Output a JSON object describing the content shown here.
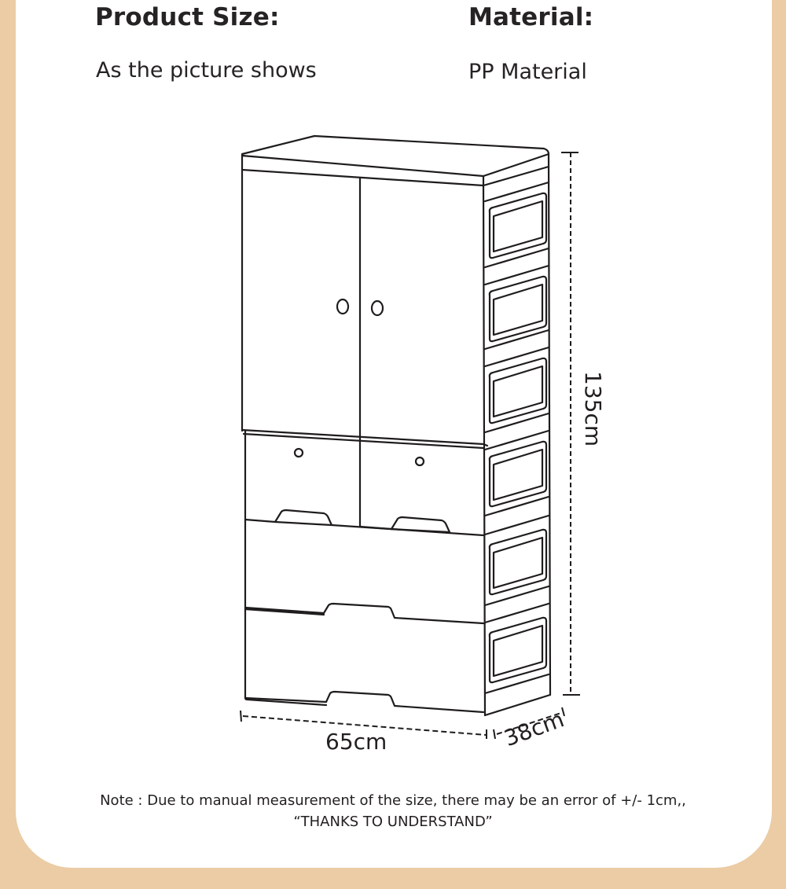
{
  "specs": {
    "product_size": {
      "title": "Product Size:",
      "value": "As the picture shows"
    },
    "material": {
      "title": "Material:",
      "value": "PP Material"
    }
  },
  "dimensions": {
    "width": "65cm",
    "depth": "38cm",
    "height": "135cm"
  },
  "product_drawing": {
    "name": "Storage cabinet line drawing",
    "parts": [
      "top panel",
      "double doors with round knobs",
      "two small drawers",
      "two large drawers",
      "six side window panels"
    ]
  },
  "note": {
    "line1": "Note : Due to manual measurement of the size, there may be an error of +/- 1cm,,",
    "line2": "“THANKS TO UNDERSTAND”"
  },
  "colors": {
    "background": "#ebcca5",
    "card": "#ffffff",
    "text": "#231f20"
  }
}
